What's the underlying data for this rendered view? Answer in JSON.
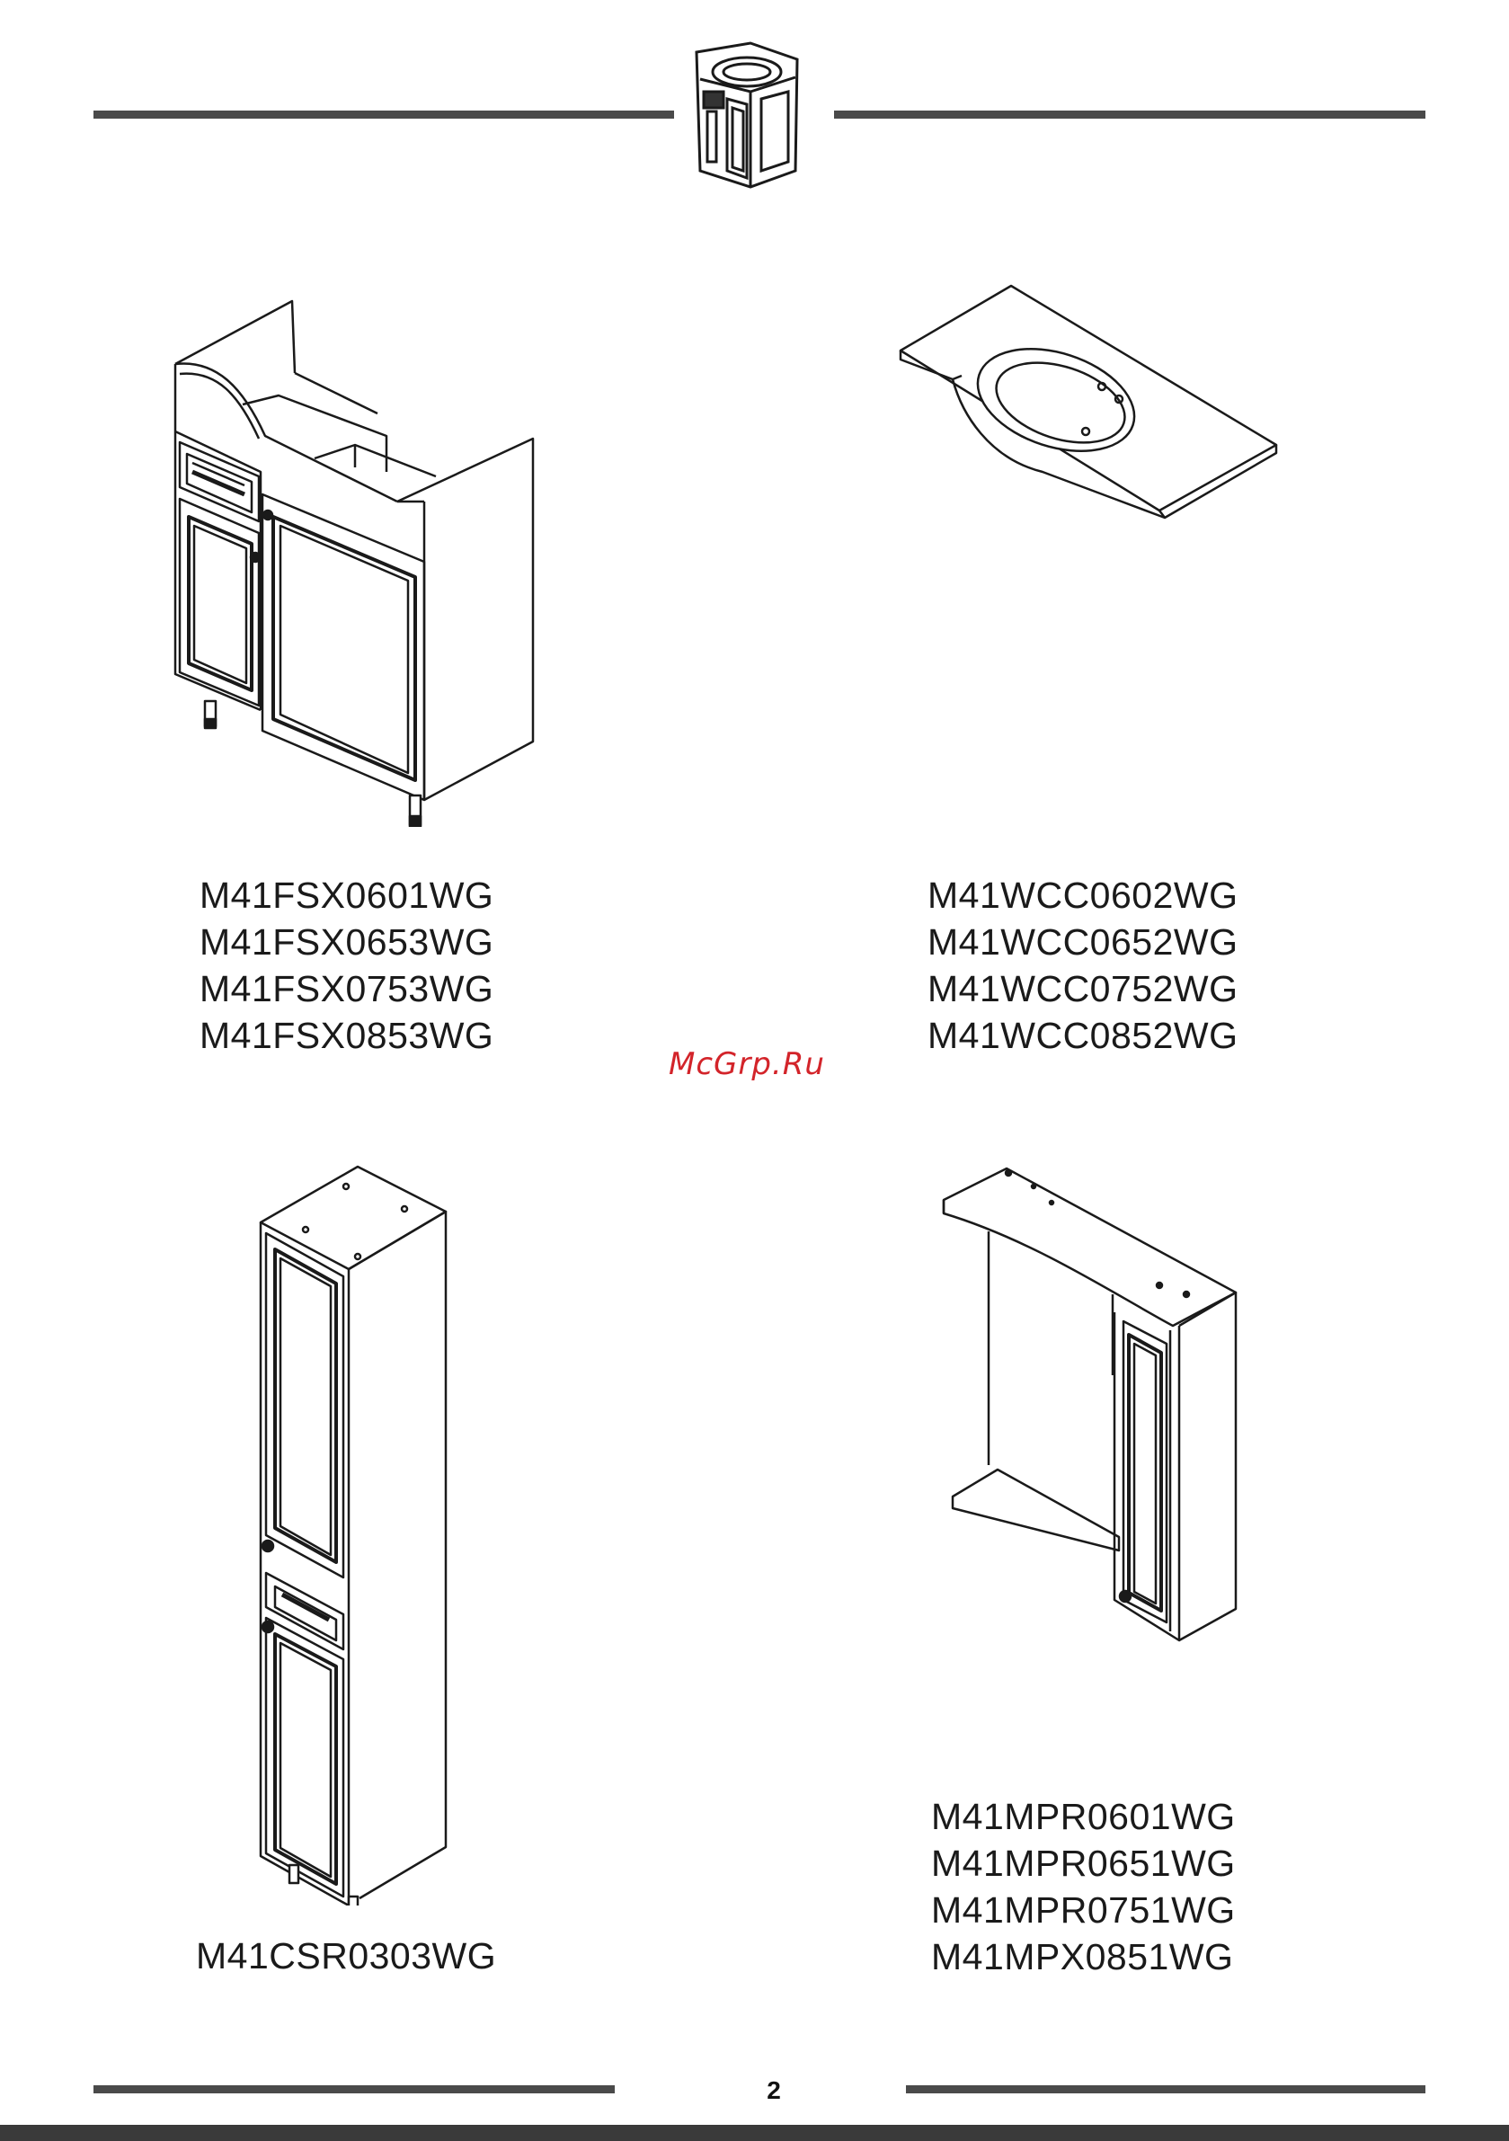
{
  "header": {
    "icon": "vanity-cabinet-icon"
  },
  "products": [
    {
      "id": "floor-cabinet",
      "icon": "floor-vanity-cabinet-drawing",
      "codes": [
        "M41FSX0601WG",
        "M41FSX0653WG",
        "M41FSX0753WG",
        "M41FSX0853WG"
      ]
    },
    {
      "id": "washbasin",
      "icon": "washbasin-drawing",
      "codes": [
        "M41WCC0602WG",
        "M41WCC0652WG",
        "M41WCC0752WG",
        "M41WCC0852WG"
      ]
    },
    {
      "id": "tall-column",
      "icon": "tall-column-cabinet-drawing",
      "codes": [
        "M41CSR0303WG"
      ]
    },
    {
      "id": "mirror-cabinet",
      "icon": "mirror-cabinet-drawing",
      "codes": [
        "M41MPR0601WG",
        "M41MPR0651WG",
        "M41MPR0751WG",
        "M41MPX0851WG"
      ]
    }
  ],
  "watermark": "McGrp.Ru",
  "page_number": "2",
  "colors": {
    "rule": "#4a4a4a",
    "watermark": "#d3242a",
    "line_art": "#1a1a1a"
  }
}
